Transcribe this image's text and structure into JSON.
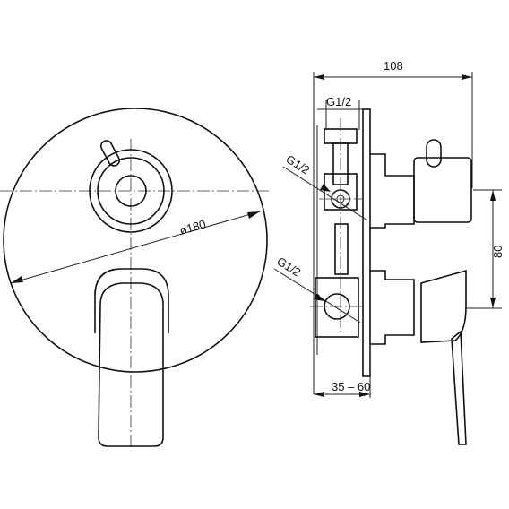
{
  "drawing": {
    "front_view": {
      "diameter_label": "ø180"
    },
    "side_view": {
      "width_label": "108",
      "inlet_thread_top_label": "G1/2",
      "inlet_thread_upper_label": "G1/2",
      "inlet_thread_lower_label": "G1/2",
      "spacing_label": "80",
      "depth_label": "35 – 60"
    }
  }
}
